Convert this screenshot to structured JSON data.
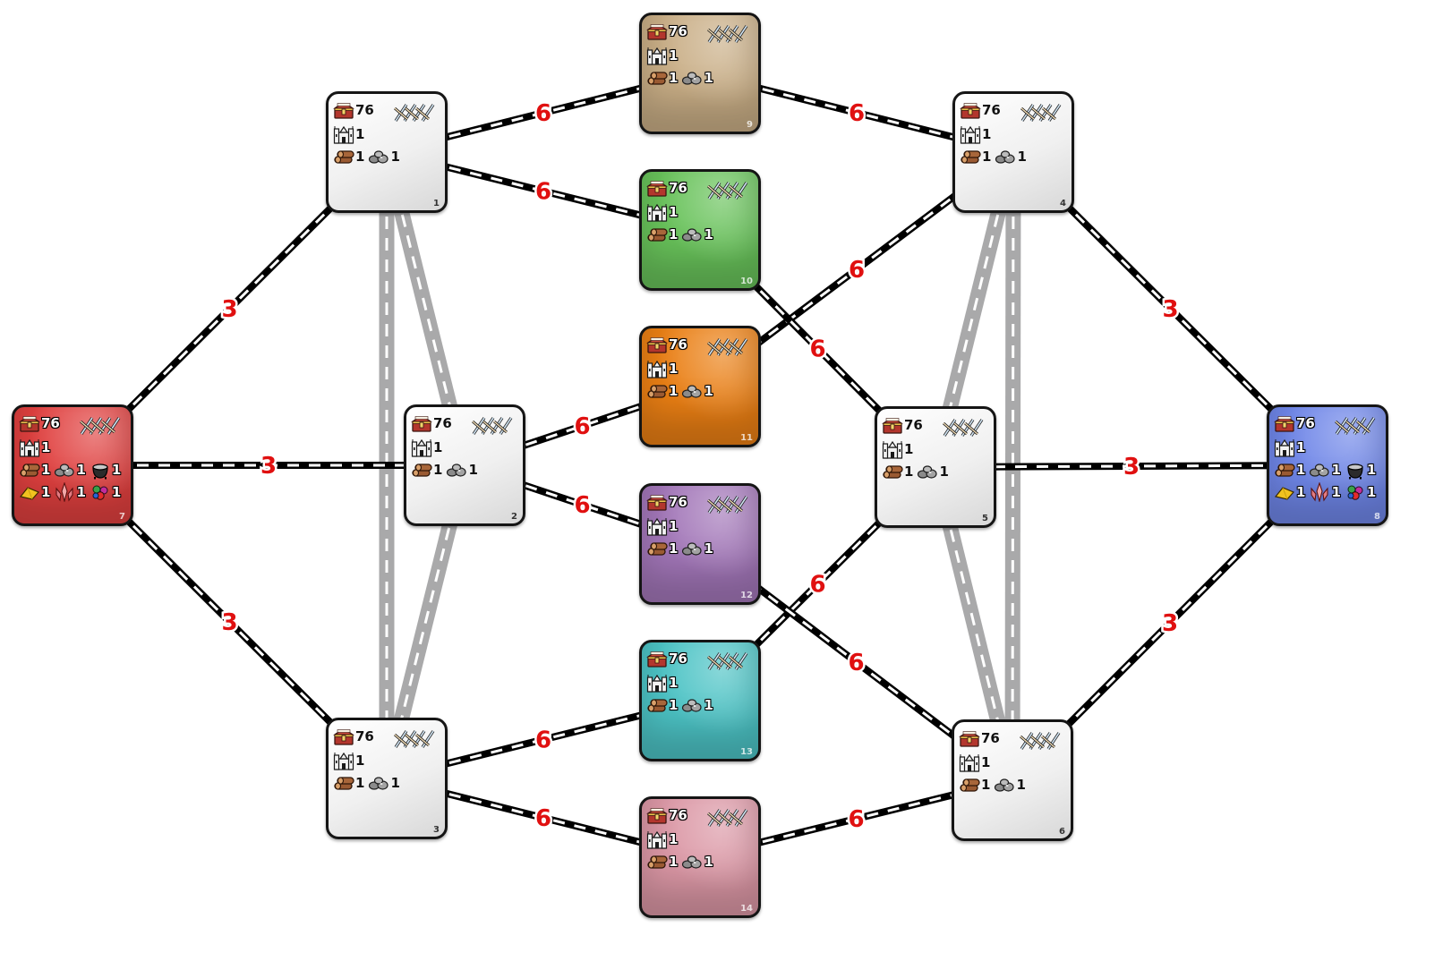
{
  "colors": {
    "road_light": "#a9a9aa",
    "road_dark": "#000000",
    "label": "#e01010"
  },
  "icons": {
    "gold": "treasure-chest-icon",
    "castle": "castle-icon",
    "units": "crossed-swords-icon",
    "wood": "wood-logs-icon",
    "ore": "ore-stones-icon",
    "mercury": "mercury-cauldron-icon",
    "sulfur": "sulfur-icon",
    "crystal": "crystal-icon",
    "gems": "gems-icon"
  },
  "nodes": [
    {
      "id": "1",
      "number": "1",
      "color": "#e9e9e9",
      "style": "grey",
      "gold": "76",
      "castle": "1",
      "wood": "1",
      "ore": "1"
    },
    {
      "id": "2",
      "number": "2",
      "color": "#e9e9e9",
      "style": "grey",
      "gold": "76",
      "castle": "1",
      "wood": "1",
      "ore": "1"
    },
    {
      "id": "3",
      "number": "3",
      "color": "#e9e9e9",
      "style": "grey",
      "gold": "76",
      "castle": "1",
      "wood": "1",
      "ore": "1"
    },
    {
      "id": "4",
      "number": "4",
      "color": "#e9e9e9",
      "style": "grey",
      "gold": "76",
      "castle": "1",
      "wood": "1",
      "ore": "1"
    },
    {
      "id": "5",
      "number": "5",
      "color": "#e9e9e9",
      "style": "grey",
      "gold": "76",
      "castle": "1",
      "wood": "1",
      "ore": "1"
    },
    {
      "id": "6",
      "number": "6",
      "color": "#e9e9e9",
      "style": "grey",
      "gold": "76",
      "castle": "1",
      "wood": "1",
      "ore": "1"
    },
    {
      "id": "7",
      "number": "7",
      "color": "#e0403f",
      "style": "coloured",
      "gold": "76",
      "castle": "1",
      "wood": "1",
      "ore": "1",
      "mercury": "1",
      "sulfur": "1",
      "crystal": "1",
      "gems": "1"
    },
    {
      "id": "8",
      "number": "8",
      "color": "#6f86e8",
      "style": "coloured",
      "gold": "76",
      "castle": "1",
      "wood": "1",
      "ore": "1",
      "mercury": "1",
      "sulfur": "1",
      "crystal": "1",
      "gems": "1"
    },
    {
      "id": "9",
      "number": "9",
      "color": "#c9ae86",
      "style": "coloured",
      "gold": "76",
      "castle": "1",
      "wood": "1",
      "ore": "1"
    },
    {
      "id": "10",
      "number": "10",
      "color": "#68c25a",
      "style": "coloured",
      "gold": "76",
      "castle": "1",
      "wood": "1",
      "ore": "1"
    },
    {
      "id": "11",
      "number": "11",
      "color": "#ea7f14",
      "style": "coloured",
      "gold": "76",
      "castle": "1",
      "wood": "1",
      "ore": "1"
    },
    {
      "id": "12",
      "number": "12",
      "color": "#a276b8",
      "style": "coloured",
      "gold": "76",
      "castle": "1",
      "wood": "1",
      "ore": "1"
    },
    {
      "id": "13",
      "number": "13",
      "color": "#4cc3c5",
      "style": "coloured",
      "gold": "76",
      "castle": "1",
      "wood": "1",
      "ore": "1"
    },
    {
      "id": "14",
      "number": "14",
      "color": "#db97a5",
      "style": "coloured",
      "gold": "76",
      "castle": "1",
      "wood": "1",
      "ore": "1"
    }
  ],
  "connections": [
    {
      "from": "7",
      "to": "1",
      "kind": "dark",
      "label": "3"
    },
    {
      "from": "7",
      "to": "2",
      "kind": "dark",
      "label": "3"
    },
    {
      "from": "7",
      "to": "3",
      "kind": "dark",
      "label": "3"
    },
    {
      "from": "8",
      "to": "4",
      "kind": "dark",
      "label": "3"
    },
    {
      "from": "8",
      "to": "5",
      "kind": "dark",
      "label": "3"
    },
    {
      "from": "8",
      "to": "6",
      "kind": "dark",
      "label": "3"
    },
    {
      "from": "1",
      "to": "9",
      "kind": "dark",
      "label": "6"
    },
    {
      "from": "1",
      "to": "10",
      "kind": "dark",
      "label": "6"
    },
    {
      "from": "9",
      "to": "4",
      "kind": "dark",
      "label": "6"
    },
    {
      "from": "2",
      "to": "11",
      "kind": "dark",
      "label": "6"
    },
    {
      "from": "2",
      "to": "12",
      "kind": "dark",
      "label": "6"
    },
    {
      "from": "11",
      "to": "4",
      "kind": "dark",
      "label": "6"
    },
    {
      "from": "10",
      "to": "5",
      "kind": "dark",
      "label": "6"
    },
    {
      "from": "13",
      "to": "5",
      "kind": "dark",
      "label": "6"
    },
    {
      "from": "12",
      "to": "6",
      "kind": "dark",
      "label": "6"
    },
    {
      "from": "3",
      "to": "13",
      "kind": "dark",
      "label": "6"
    },
    {
      "from": "3",
      "to": "14",
      "kind": "dark",
      "label": "6"
    },
    {
      "from": "14",
      "to": "6",
      "kind": "dark",
      "label": "6"
    },
    {
      "from": "1",
      "to": "3",
      "kind": "light",
      "label": ""
    },
    {
      "from": "1",
      "to": "2",
      "kind": "light",
      "label": ""
    },
    {
      "from": "2",
      "to": "3",
      "kind": "light",
      "label": ""
    },
    {
      "from": "4",
      "to": "6",
      "kind": "light",
      "label": ""
    },
    {
      "from": "4",
      "to": "5",
      "kind": "light",
      "label": ""
    },
    {
      "from": "5",
      "to": "6",
      "kind": "light",
      "label": ""
    }
  ]
}
